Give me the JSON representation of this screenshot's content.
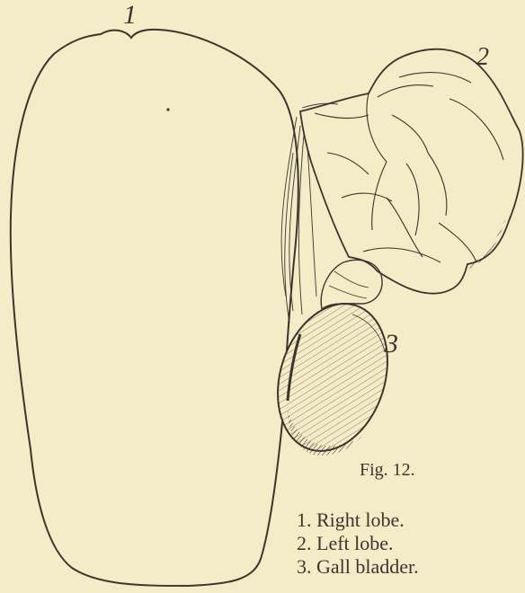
{
  "figure": {
    "callouts": [
      "1",
      "2",
      "3"
    ],
    "caption": "Fig. 12.",
    "legend": [
      "1. Right lobe.",
      "2. Left lobe.",
      "3. Gall bladder."
    ]
  },
  "colors": {
    "paper": "#f4ecc6",
    "ink": "#3a3530"
  }
}
